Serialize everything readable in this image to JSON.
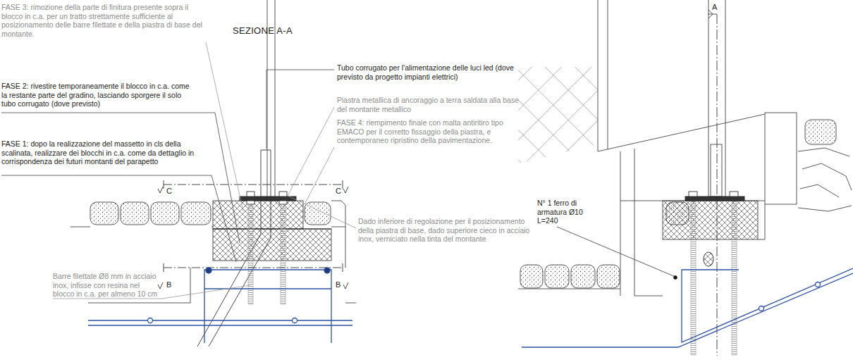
{
  "diagram": {
    "title": "SEZIONE A-A",
    "labels": [
      "FASE 3: rimozione della parte di finitura presente sopra il blocco in c.a. per un tratto strettamente sufficiente al posizionamento delle barre filettate e della piastra di base del montante.",
      "FASE 2: rivestire temporaneamente il blocco in c.a. come la restante parte del gradino, lasciando sporgere il solo tubo corrugato (dove previsto)",
      "FASE 1: dopo la realizzazione del massetto in cls della scalinata, realizzare dei blocchi in c.a. come da dettaglio in corrispondenza dei futuri montanti del parapetto",
      "Barre filettate Ø8 mm in acciaio inox, infisse con resina nel blocco in c.a. per almeno 10 cm",
      "C",
      "C",
      "B",
      "B",
      "Tubo corrugato per l'alimentazione delle luci led (dove previsto da progetto impianti elettrici)",
      "Piastra metallica di ancoraggio a terra saldata alla base del montante metallico",
      "FASE 4: riempimento finale con malta antiritiro tipo EMACO per il corretto fissaggio della piastra, e contemporaneo ripristino della pavimentazione.",
      "Dado inferiore di regolazione per il posizionamento della piastra di base, dado superiore cieco in acciaio inox, verniciato nella tinta del montante",
      "A",
      "N° 1 ferro di armatura Ø10 L=240"
    ]
  }
}
